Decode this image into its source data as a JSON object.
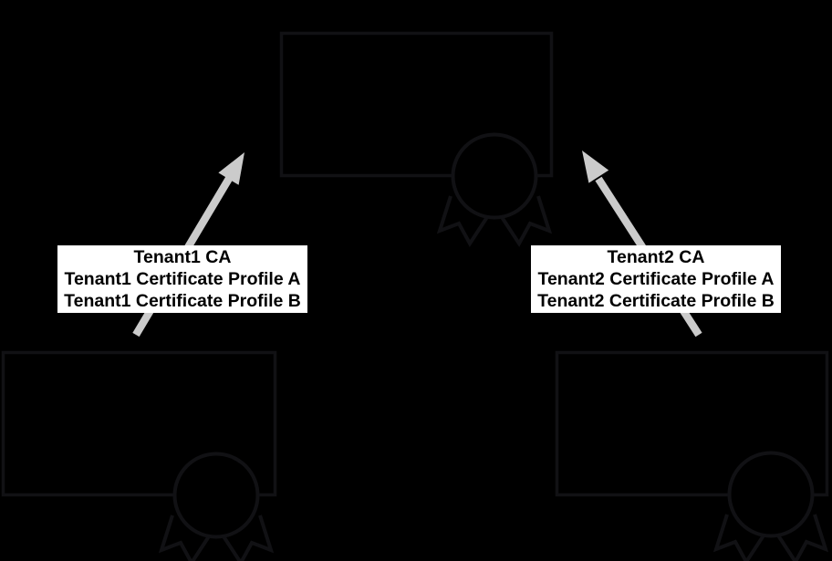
{
  "colors": {
    "background": "#000000",
    "stroke": "#111114",
    "arrow": "#cbcbcb",
    "label_bg": "#ffffff",
    "label_text": "#000000"
  },
  "labels": {
    "tenant1": {
      "lines": [
        "Tenant1 CA",
        "Tenant1 Certificate Profile A",
        "Tenant1 Certificate Profile B"
      ]
    },
    "tenant2": {
      "lines": [
        "Tenant2 CA",
        "Tenant2 Certificate Profile A",
        "Tenant2 Certificate Profile B"
      ]
    }
  },
  "boxes": [
    {
      "id": "root-certificate-box",
      "icon": "certificate-ribbon-icon"
    },
    {
      "id": "tenant1-certificate-box",
      "icon": "certificate-ribbon-icon"
    },
    {
      "id": "tenant2-certificate-box",
      "icon": "certificate-ribbon-icon"
    }
  ],
  "arrows": [
    {
      "id": "tenant1-issuance-arrow",
      "from": "tenant1-certificate-box",
      "to": "root-certificate-box"
    },
    {
      "id": "tenant2-issuance-arrow",
      "from": "tenant2-certificate-box",
      "to": "root-certificate-box"
    }
  ]
}
